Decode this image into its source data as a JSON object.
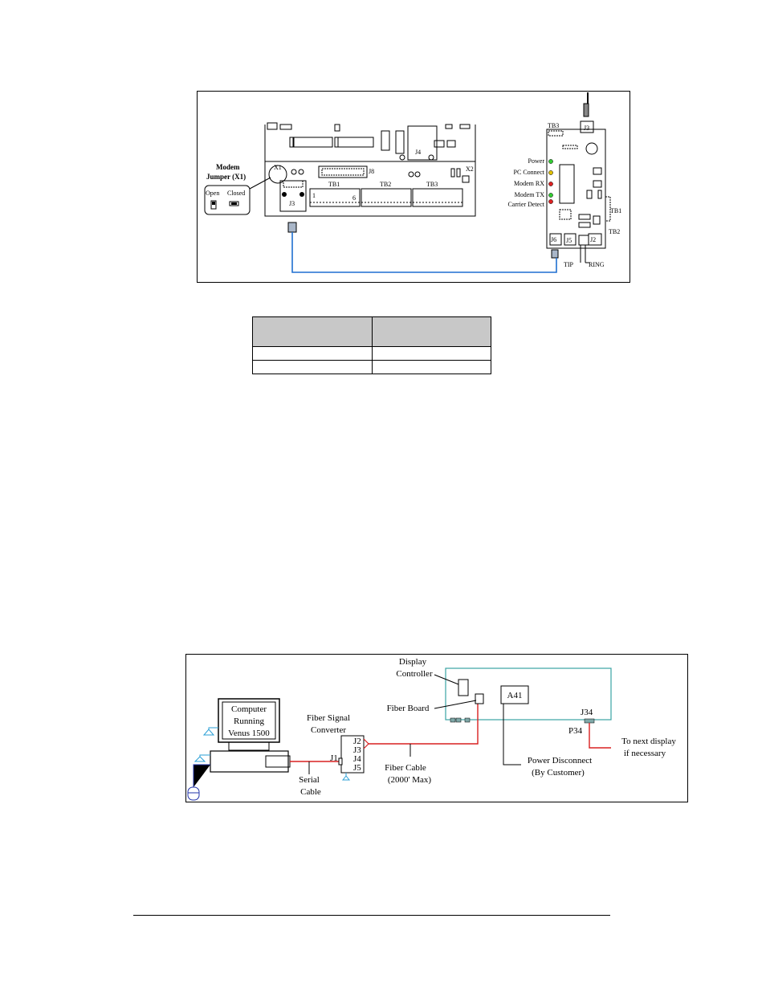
{
  "figure1": {
    "labels": {
      "modem_jumper": [
        "Modem",
        "Jumper (X1)"
      ],
      "x1": "X1",
      "open": "Open",
      "closed": "Closed",
      "j3_main": "J3",
      "j4": "J4",
      "j8": "J8",
      "x2": "X2",
      "tb1": "TB1",
      "tb2": "TB2",
      "tb3": "TB3",
      "pin_first": "1",
      "pin_last": "6",
      "modem_tb3": "TB3",
      "modem_j3": "J3",
      "modem_tb1": "TB1",
      "modem_tb2": "TB2",
      "modem_j6": "J6",
      "modem_j5": "J5",
      "modem_j2": "J2",
      "tip": "TIP",
      "ring": "RING"
    },
    "leds": [
      {
        "label": "Power",
        "color": "#33cc33"
      },
      {
        "label": "PC Connect",
        "color": "#e0c000"
      },
      {
        "label": "Modem RX",
        "color": "#dd2222"
      },
      {
        "label": "Modem TX",
        "color": "#33cc33"
      },
      {
        "label": "Carrier Detect",
        "color": "#dd2222"
      }
    ],
    "cable_color": "#1f6fd0"
  },
  "table": {
    "headers": [
      "",
      ""
    ],
    "rows": [
      [
        "",
        ""
      ],
      [
        "",
        ""
      ]
    ]
  },
  "figure2": {
    "labels": {
      "computer": [
        "Computer",
        "Running",
        "Venus 1500"
      ],
      "fiber_converter": [
        "Fiber Signal",
        "Converter"
      ],
      "ports": [
        "J2",
        "J3",
        "J4",
        "J5"
      ],
      "j1": "J1",
      "serial_cable": [
        "Serial",
        "Cable"
      ],
      "fiber_cable": [
        "Fiber Cable",
        "(2000' Max)"
      ],
      "display_controller": [
        "Display",
        "Controller"
      ],
      "fiber_board": "Fiber Board",
      "a41": "A41",
      "j34": "J34",
      "p34": "P34",
      "next_display": [
        "To next display",
        "if necessary"
      ],
      "power_disconnect": [
        "Power Disconnect",
        "(By Customer)"
      ]
    },
    "colors": {
      "fiber": "#d92020",
      "enclosure": "#3aa3a3",
      "peripheral": "#2a9fd6",
      "mouse": "#2233aa"
    }
  }
}
